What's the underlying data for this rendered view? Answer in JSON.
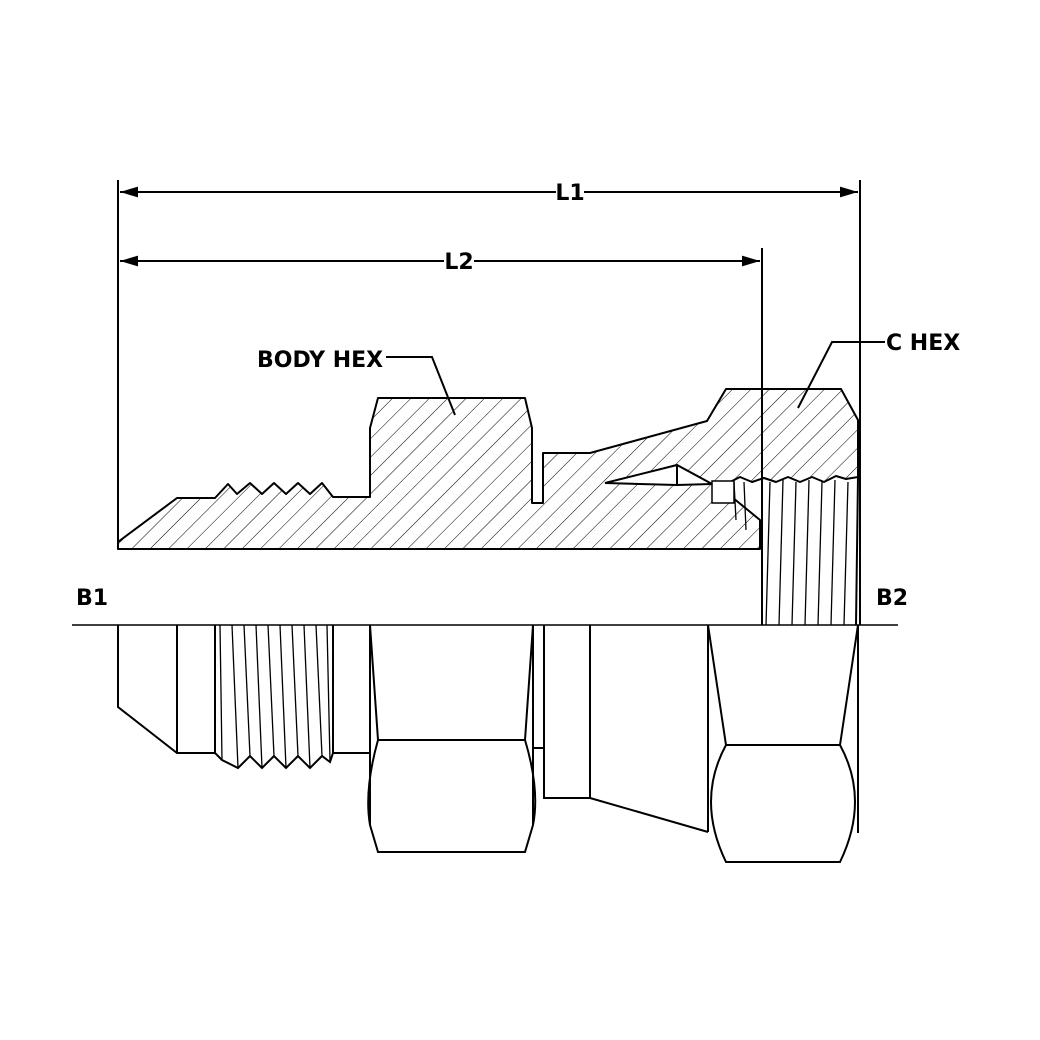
{
  "title": "Swivel fitting cross-section dimension drawing",
  "dimensions": {
    "l1": "L1",
    "l2": "L2"
  },
  "callouts": {
    "body_hex": "BODY HEX",
    "c_hex": "C HEX"
  },
  "bores": {
    "b1": "B1",
    "b2": "B2"
  },
  "colors": {
    "line": "#000000",
    "background": "#ffffff"
  }
}
